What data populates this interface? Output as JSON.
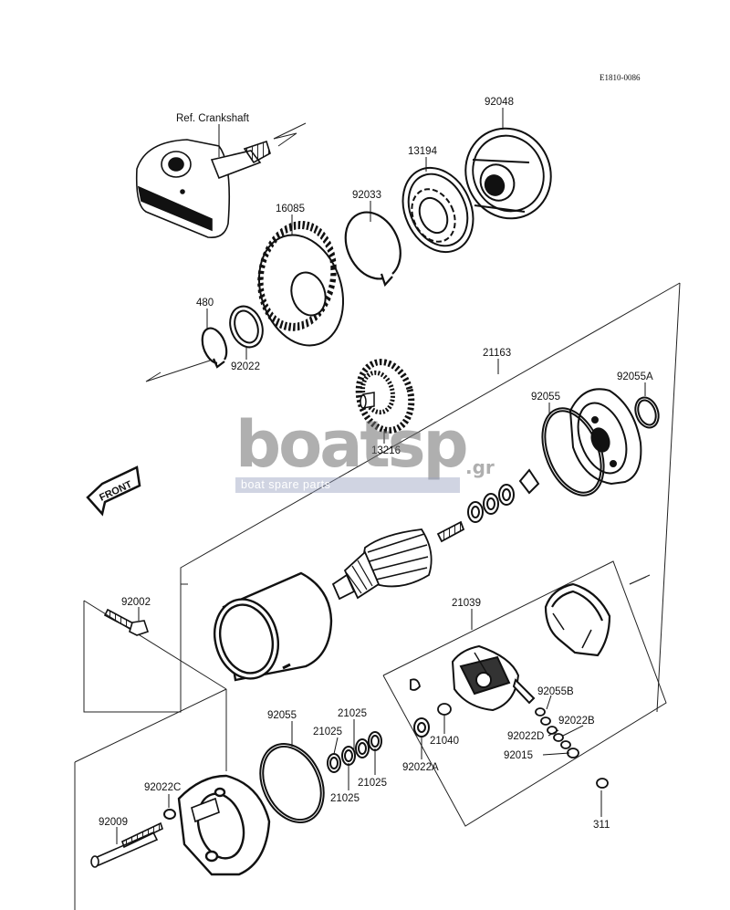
{
  "drawing_code": "E1810-0086",
  "parts": {
    "ref_crankshaft": "Ref. Crankshaft",
    "p92048": "92048",
    "p13194": "13194",
    "p92033": "92033",
    "p16085": "16085",
    "p480": "480",
    "p92022": "92022",
    "p21163": "21163",
    "p92055A": "92055A",
    "p92055_top": "92055",
    "p13216": "13216",
    "p92002": "92002",
    "p21039": "21039",
    "p92055B": "92055B",
    "p92022B": "92022B",
    "p92022D": "92022D",
    "p92015": "92015",
    "p21040": "21040",
    "p311": "311",
    "p92055_bottom": "92055",
    "p21025_a": "21025",
    "p21025_b": "21025",
    "p21025_c": "21025",
    "p21025_d": "21025",
    "p92022A": "92022A",
    "p92022C": "92022C",
    "p92009": "92009"
  },
  "front_marker": "FRONT",
  "watermark": {
    "word": "boatsp",
    "suffix": ".gr",
    "tagline": "boat spare parts"
  }
}
